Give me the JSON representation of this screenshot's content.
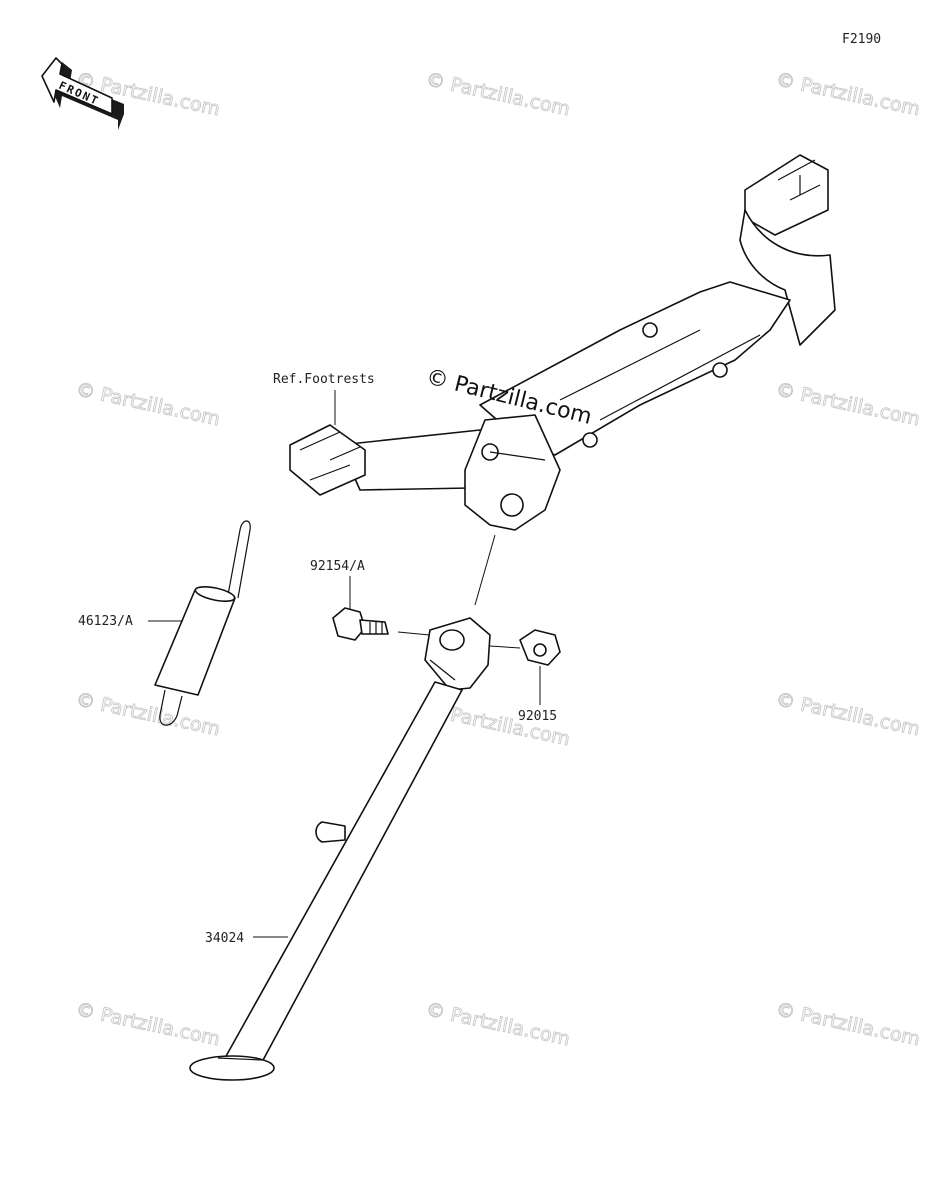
{
  "figure_code": "F2190",
  "front_label": "FRONT",
  "watermark": "© Partzilla.com",
  "callouts": {
    "ref_footrests": "Ref.Footrests",
    "spring": "46123/A",
    "bolt": "92154/A",
    "nut": "92015",
    "stand": "34024"
  }
}
